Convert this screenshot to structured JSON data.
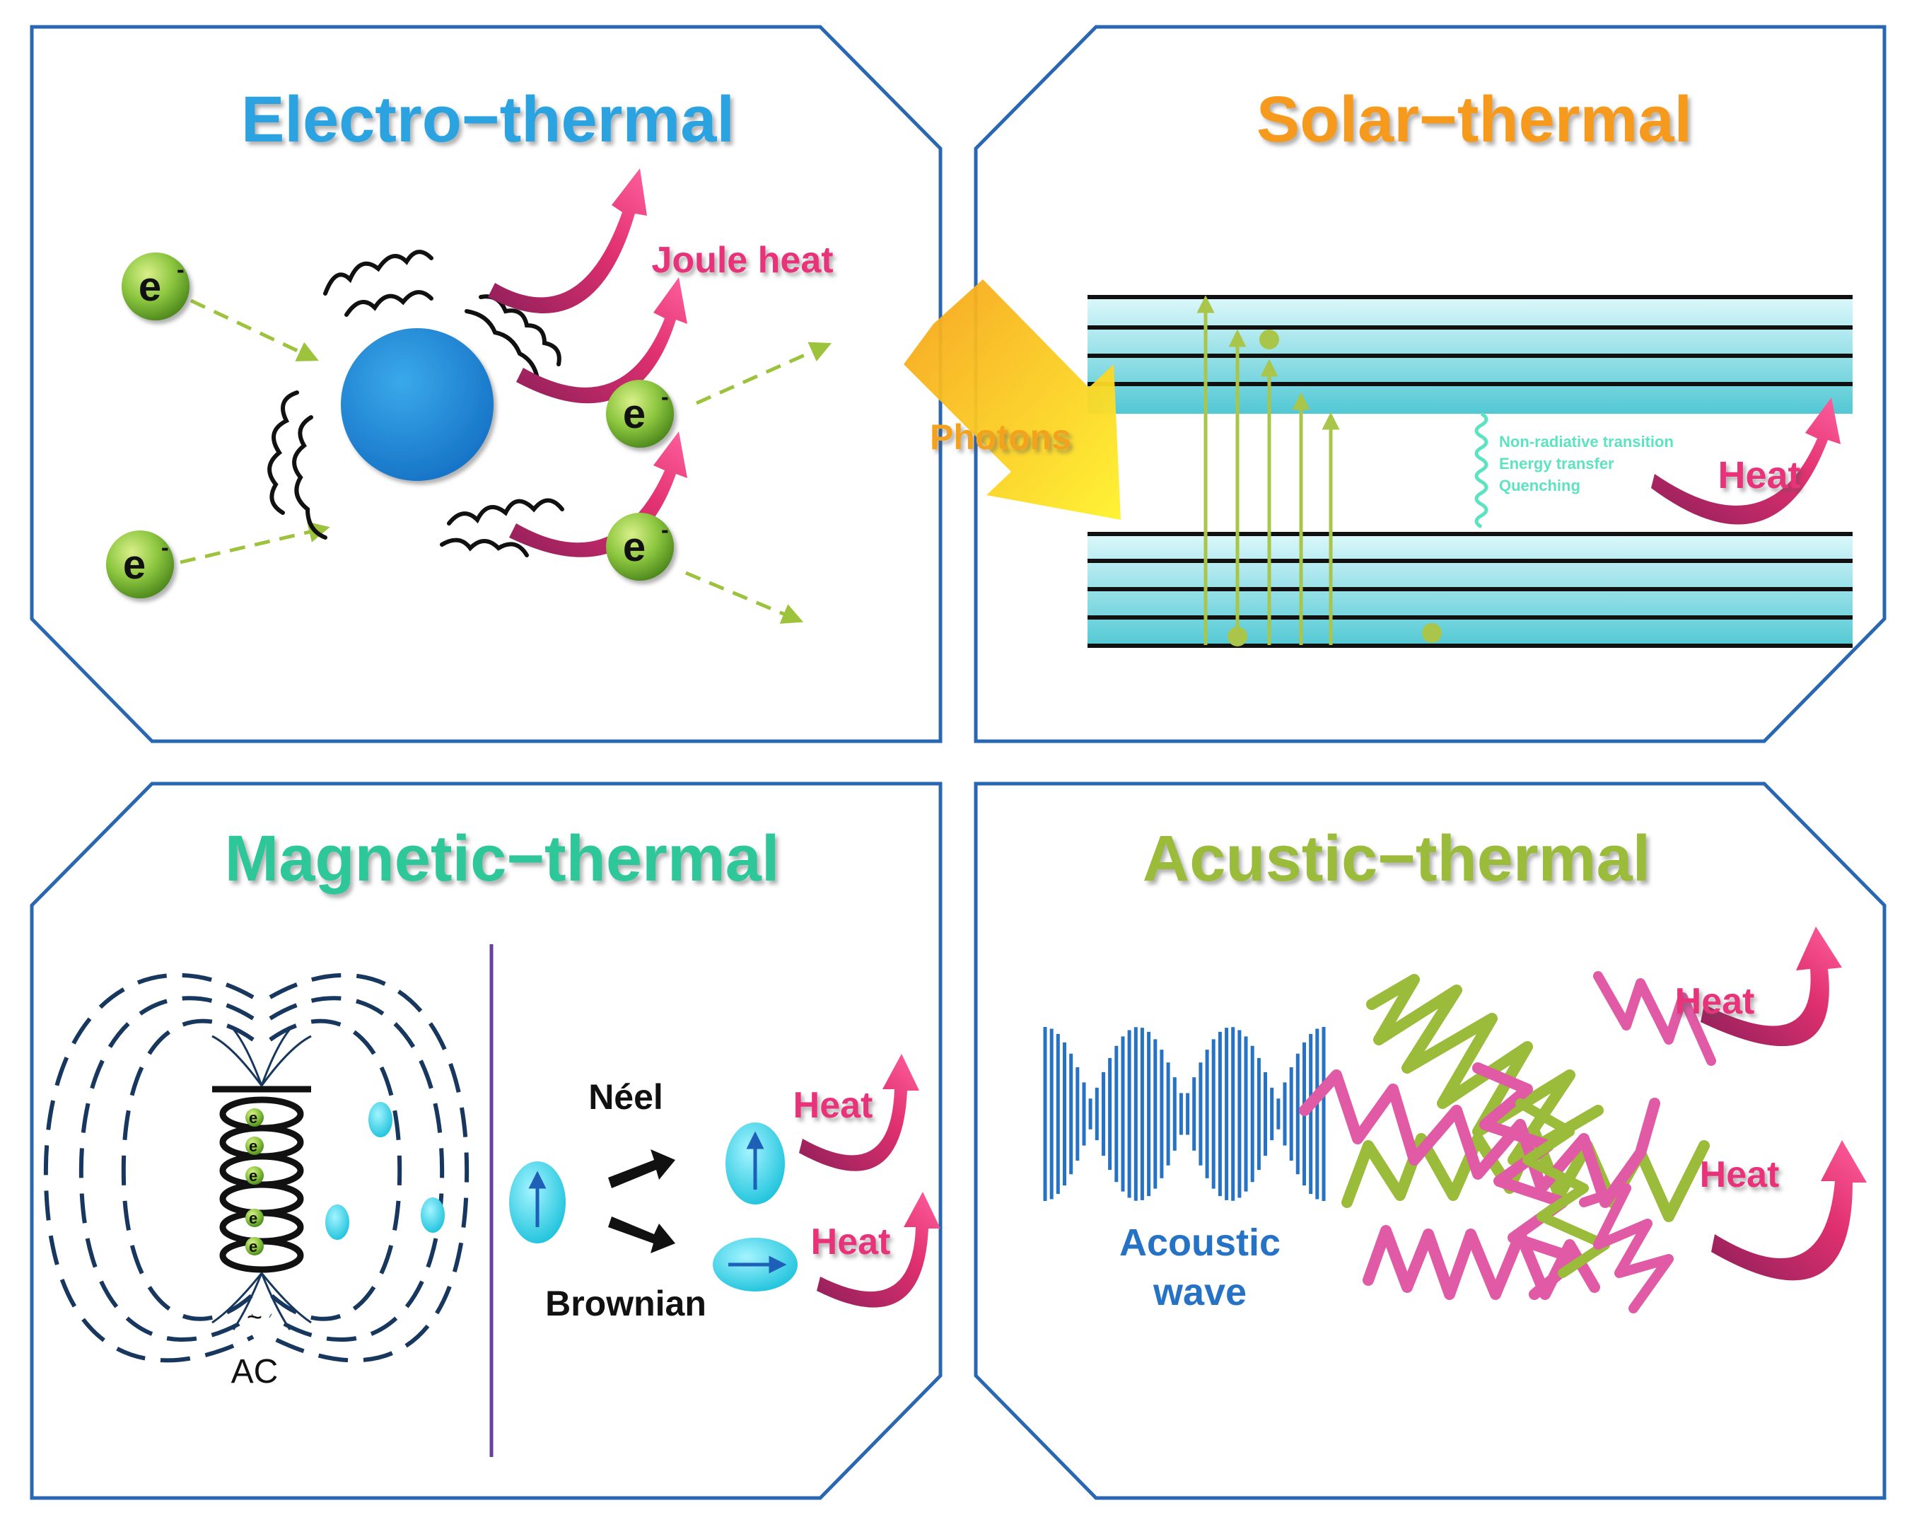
{
  "panels": {
    "electro": {
      "title": "Electro−thermal",
      "color": "#29a3e0",
      "joule_label": "Joule heat",
      "electron_label": "e"
    },
    "solar": {
      "title": "Solar−thermal",
      "color": "#f59a1c",
      "photons_label": "Photons",
      "transition_lines": [
        "Non-radiative transition",
        "Energy transfer",
        "Quenching"
      ],
      "heat_label": "Heat"
    },
    "magnetic": {
      "title": "Magnetic−thermal",
      "color": "#2fc79a",
      "neel_label": "Néel",
      "brownian_label": "Brownian",
      "heat_label_1": "Heat",
      "heat_label_2": "Heat",
      "ac_label": "AC",
      "ac_symbol": "~",
      "electron_label": "e"
    },
    "acoustic": {
      "title": "Acustic−thermal",
      "color": "#9bbb3a",
      "wave_label_1": "Acoustic",
      "wave_label_2": "wave",
      "heat_label_1": "Heat",
      "heat_label_2": "Heat"
    }
  },
  "colors": {
    "frame": "#2a67b3",
    "heat": "#e8327a",
    "electron": "#7fb83a",
    "ray": "#9dbf3a",
    "band": "#5fcfd8",
    "particle": "#35d3e6",
    "wave": "#2672c4",
    "divider": "#6b3fa0"
  }
}
